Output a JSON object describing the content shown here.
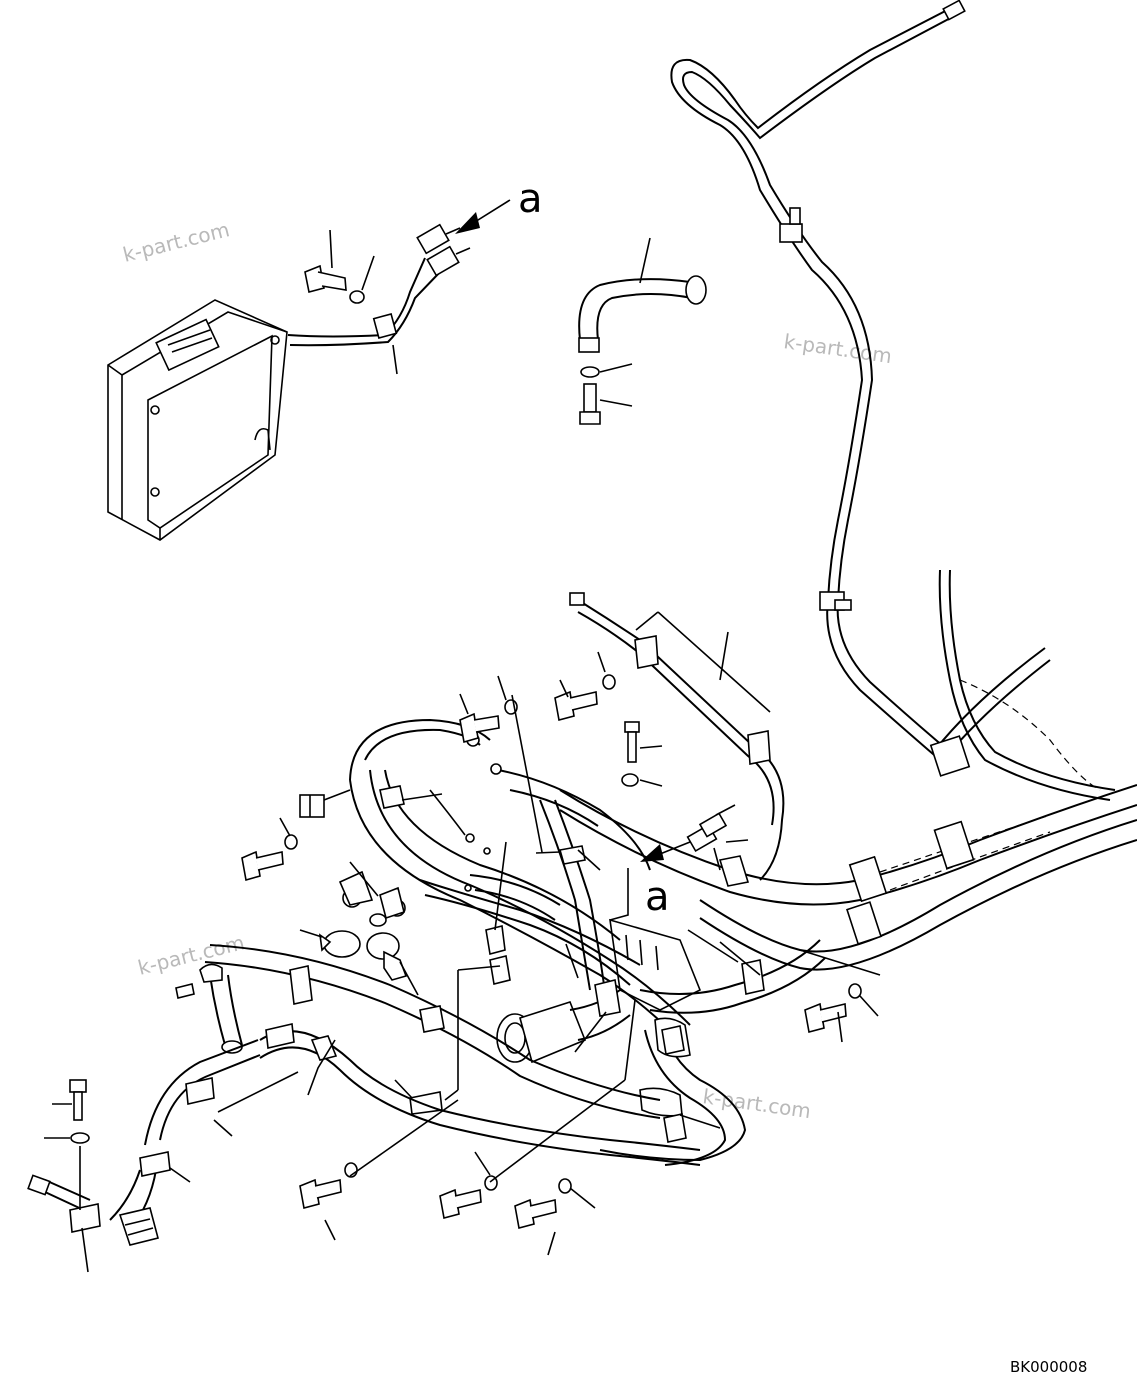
{
  "diagram": {
    "reference_labels": [
      "a",
      "a"
    ],
    "drawing_code": "BK000008",
    "watermarks": [
      "k-part.com",
      "k-part.com",
      "k-part.com",
      "k-part.com"
    ]
  }
}
